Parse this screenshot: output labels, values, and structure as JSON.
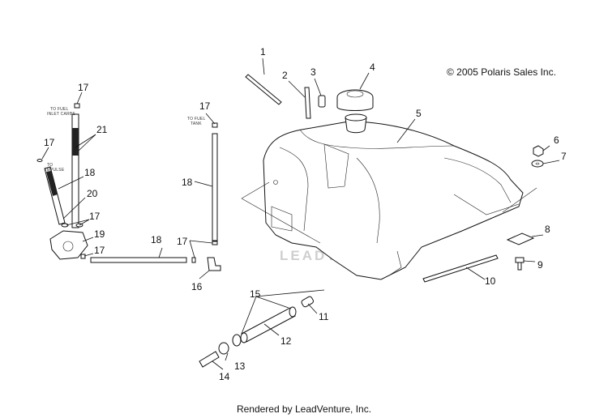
{
  "copyright": "© 2005 Polaris Sales Inc.",
  "footer": "Rendered by LeadVenture, Inc.",
  "watermark": "LEADVENTURE",
  "hose_notes": {
    "to_fuel_inlet_line1": "TO FUEL",
    "to_fuel_inlet_line2": "INLET CARBS",
    "to_impulse_line1": "TO",
    "to_impulse_line2": "IMPULSE",
    "to_fuel_tank_line1": "TO FUEL",
    "to_fuel_tank_line2": "TANK"
  },
  "callouts": {
    "c1": "1",
    "c2": "2",
    "c3": "3",
    "c4": "4",
    "c5": "5",
    "c6": "6",
    "c7": "7",
    "c8": "8",
    "c9": "9",
    "c10": "10",
    "c11": "11",
    "c12": "12",
    "c13": "13",
    "c14": "14",
    "c15": "15",
    "c16": "16",
    "c17a": "17",
    "c17b": "17",
    "c17c": "17",
    "c17d": "17",
    "c17e": "17",
    "c17f": "17",
    "c18a": "18",
    "c18b": "18",
    "c18c": "18",
    "c19": "19",
    "c20": "20",
    "c21": "21"
  }
}
